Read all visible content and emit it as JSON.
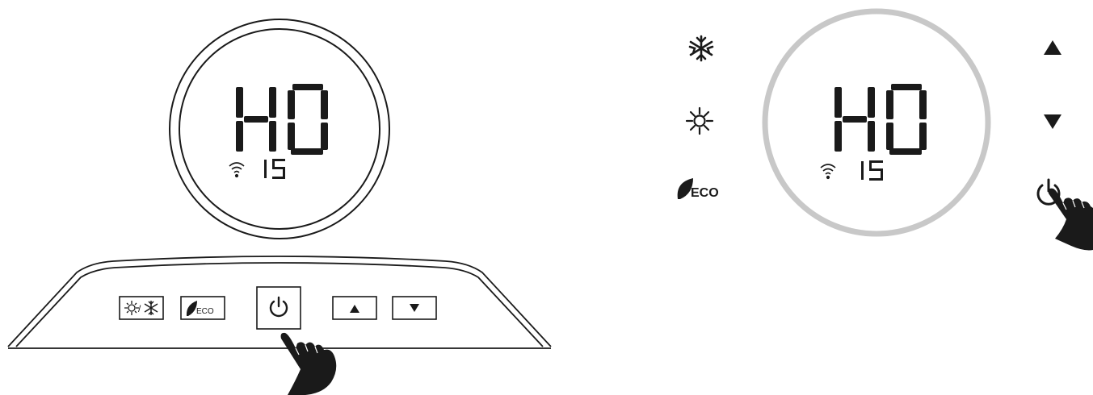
{
  "display": {
    "main_code": "H0",
    "sub_value": "15"
  },
  "icons": {
    "wifi": "wifi-icon",
    "snowflake": "snowflake-icon",
    "sun": "sun-icon",
    "eco_leaf": "eco-leaf-icon",
    "power": "power-icon",
    "up": "triangle-up-icon",
    "down": "triangle-down-icon",
    "hand": "pointing-hand-icon"
  },
  "labels": {
    "eco": "ECO",
    "mode_separator": "/"
  },
  "colors": {
    "ink": "#1a1a1a",
    "ring_grey": "#c8c8c8"
  }
}
